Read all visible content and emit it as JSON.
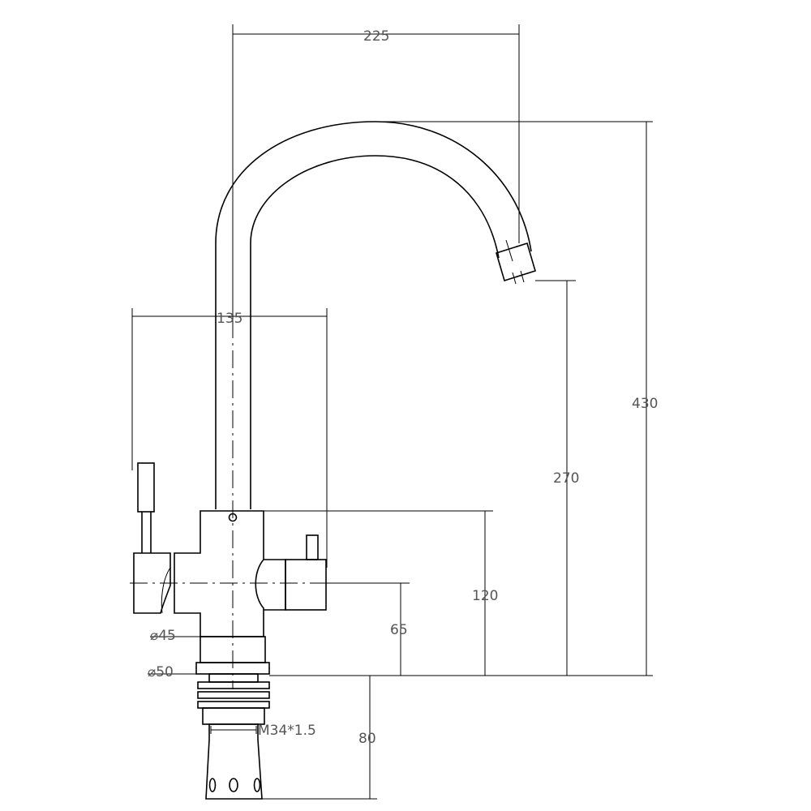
{
  "dimensions": {
    "spout_reach": "225",
    "total_height": "430",
    "spout_height": "270",
    "body_width": "135",
    "body_height": "120",
    "outlet_height": "65",
    "thread_length": "80",
    "diameter_body": "⌀45",
    "diameter_base": "⌀50",
    "thread": "M34*1.5"
  },
  "colors": {
    "line": "#000000",
    "text": "#555555",
    "background": "#ffffff"
  }
}
